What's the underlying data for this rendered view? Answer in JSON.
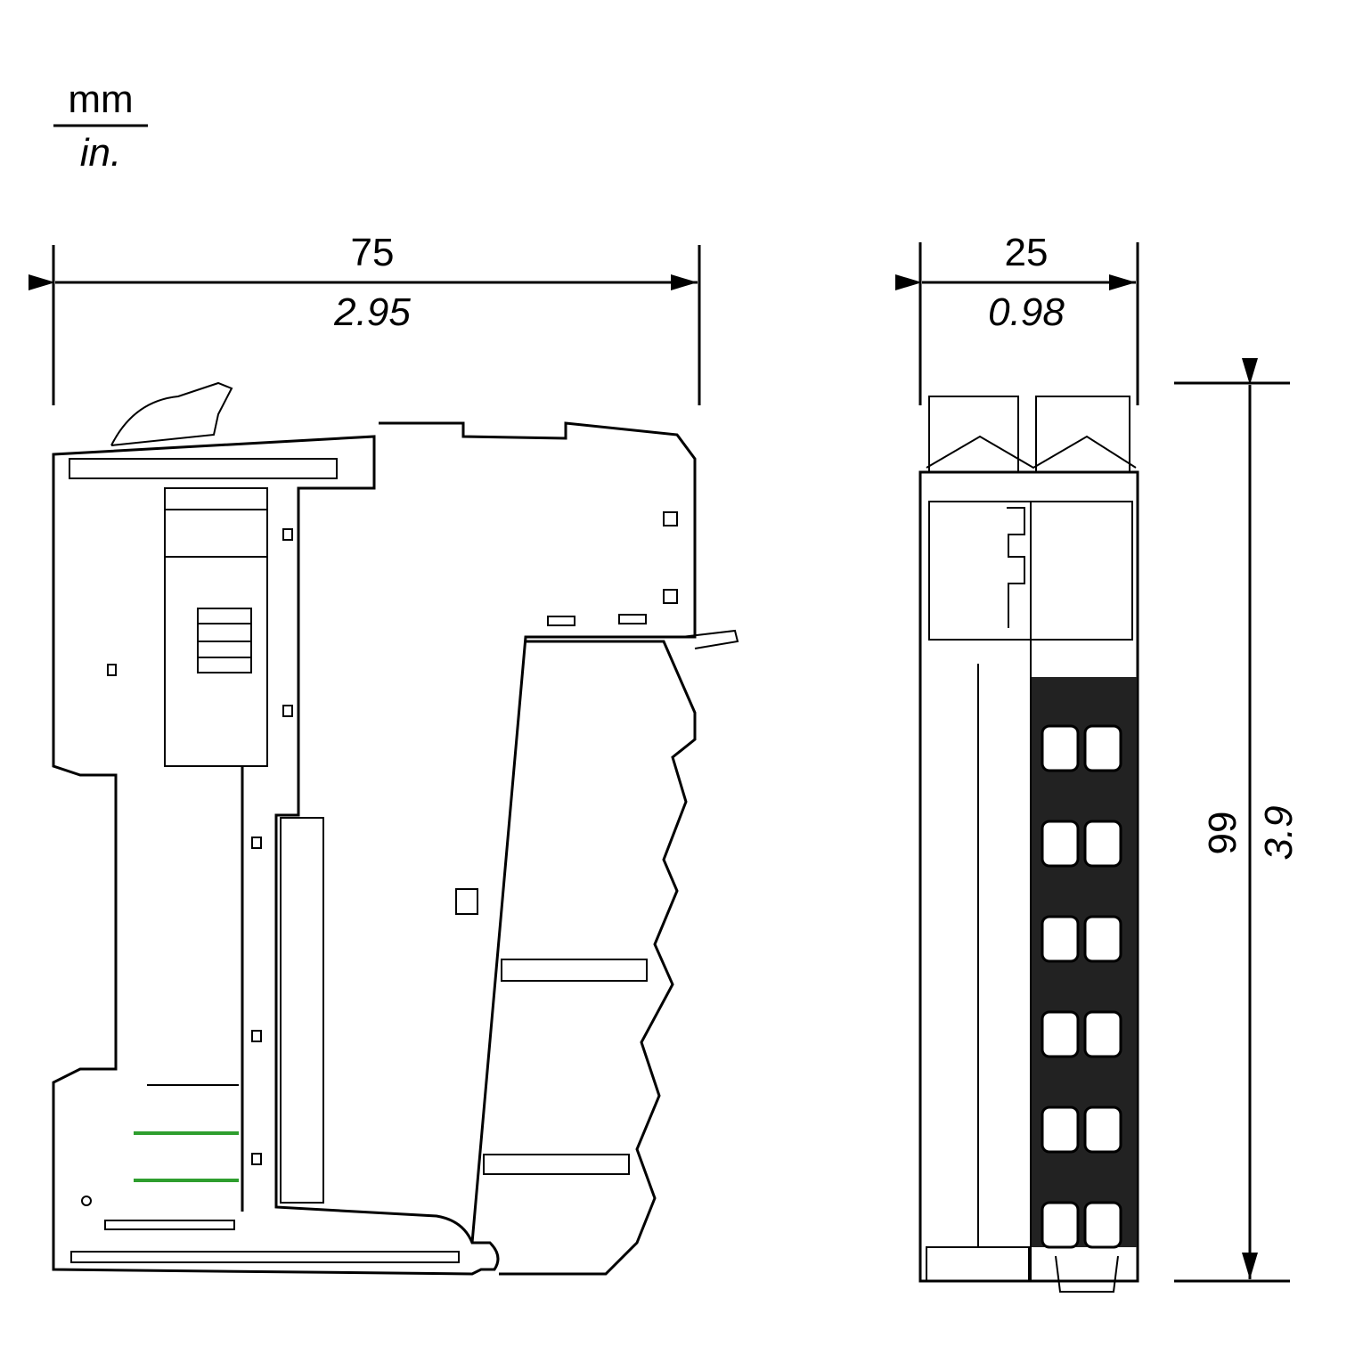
{
  "units": {
    "primary": "mm",
    "secondary": "in."
  },
  "dimensions": {
    "width_side": {
      "mm": "75",
      "in": "2.95"
    },
    "width_front": {
      "mm": "25",
      "in": "0.98"
    },
    "height": {
      "mm": "99",
      "in": "3.9"
    }
  },
  "colors": {
    "line": "#000000",
    "contact": "#2e9e2e"
  }
}
